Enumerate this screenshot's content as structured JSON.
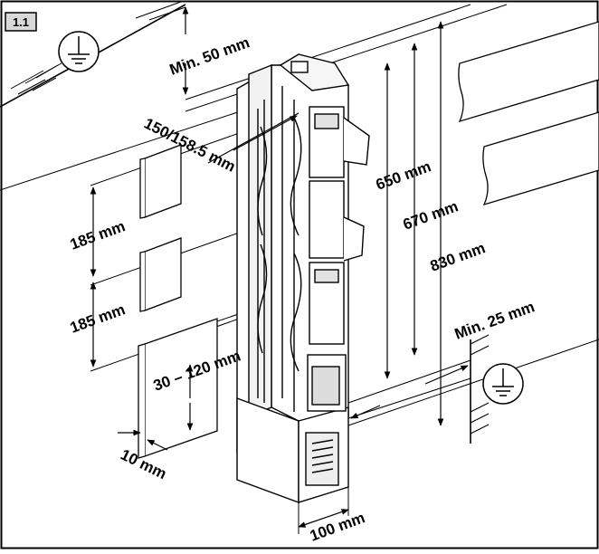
{
  "figure_number": "1.1",
  "icons": {
    "ground_top": "earth-ground-symbol",
    "ground_right": "earth-ground-symbol"
  },
  "dimensions": {
    "min_top": "Min. 50 mm",
    "phase_spacing": "150/158.5 mm",
    "busbar_pitch_upper": "185 mm",
    "busbar_pitch_lower": "185 mm",
    "busbar_height": "30 – 120 mm",
    "busbar_thickness": "10 mm",
    "height_650": "650 mm",
    "height_670": "670 mm",
    "height_830": "830 mm",
    "min_side": "Min. 25 mm",
    "width": "100 mm"
  }
}
